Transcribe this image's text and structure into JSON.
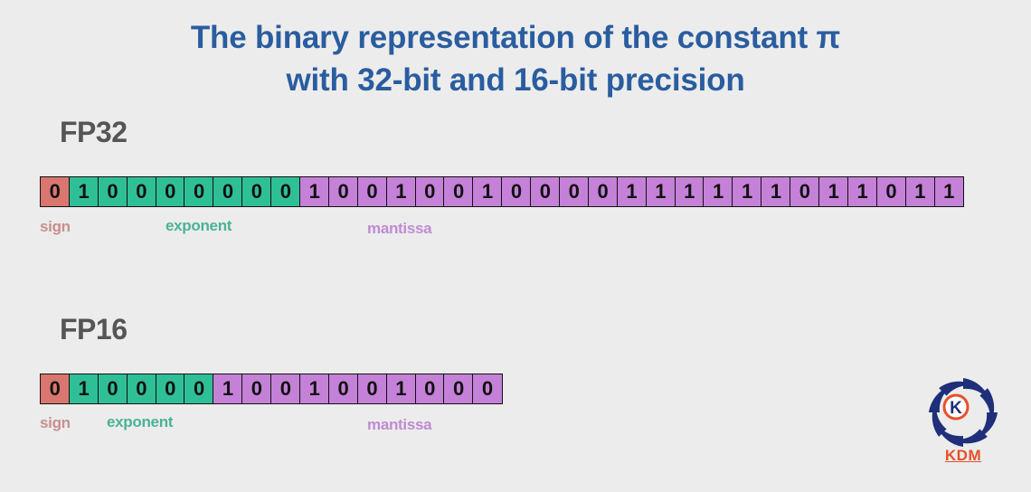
{
  "title": {
    "line1": "The binary representation of the constant π",
    "line2": "with 32-bit and 16-bit precision"
  },
  "fp32": {
    "label": "FP32",
    "bits": [
      "0",
      "1",
      "0",
      "0",
      "0",
      "0",
      "0",
      "0",
      "0",
      "1",
      "0",
      "0",
      "1",
      "0",
      "0",
      "1",
      "0",
      "0",
      "0",
      "0",
      "1",
      "1",
      "1",
      "1",
      "1",
      "1",
      "0",
      "1",
      "1",
      "0",
      "1",
      "1"
    ],
    "sign_bits": 1,
    "exponent_bits": 8,
    "mantissa_bits": 23,
    "labels": {
      "sign": "sign",
      "exponent": "exponent",
      "mantissa": "mantissa"
    }
  },
  "fp16": {
    "label": "FP16",
    "bits": [
      "0",
      "1",
      "0",
      "0",
      "0",
      "0",
      "1",
      "0",
      "0",
      "1",
      "0",
      "0",
      "1",
      "0",
      "0",
      "0"
    ],
    "sign_bits": 1,
    "exponent_bits": 5,
    "mantissa_bits": 10,
    "labels": {
      "sign": "sign",
      "exponent": "exponent",
      "mantissa": "mantissa"
    }
  },
  "colors": {
    "sign": "#d9766f",
    "exponent": "#2fbf97",
    "mantissa": "#c581d8",
    "title": "#2a5d9f"
  },
  "logo": {
    "text": "KDM",
    "icon": "kdm-logo-icon"
  }
}
